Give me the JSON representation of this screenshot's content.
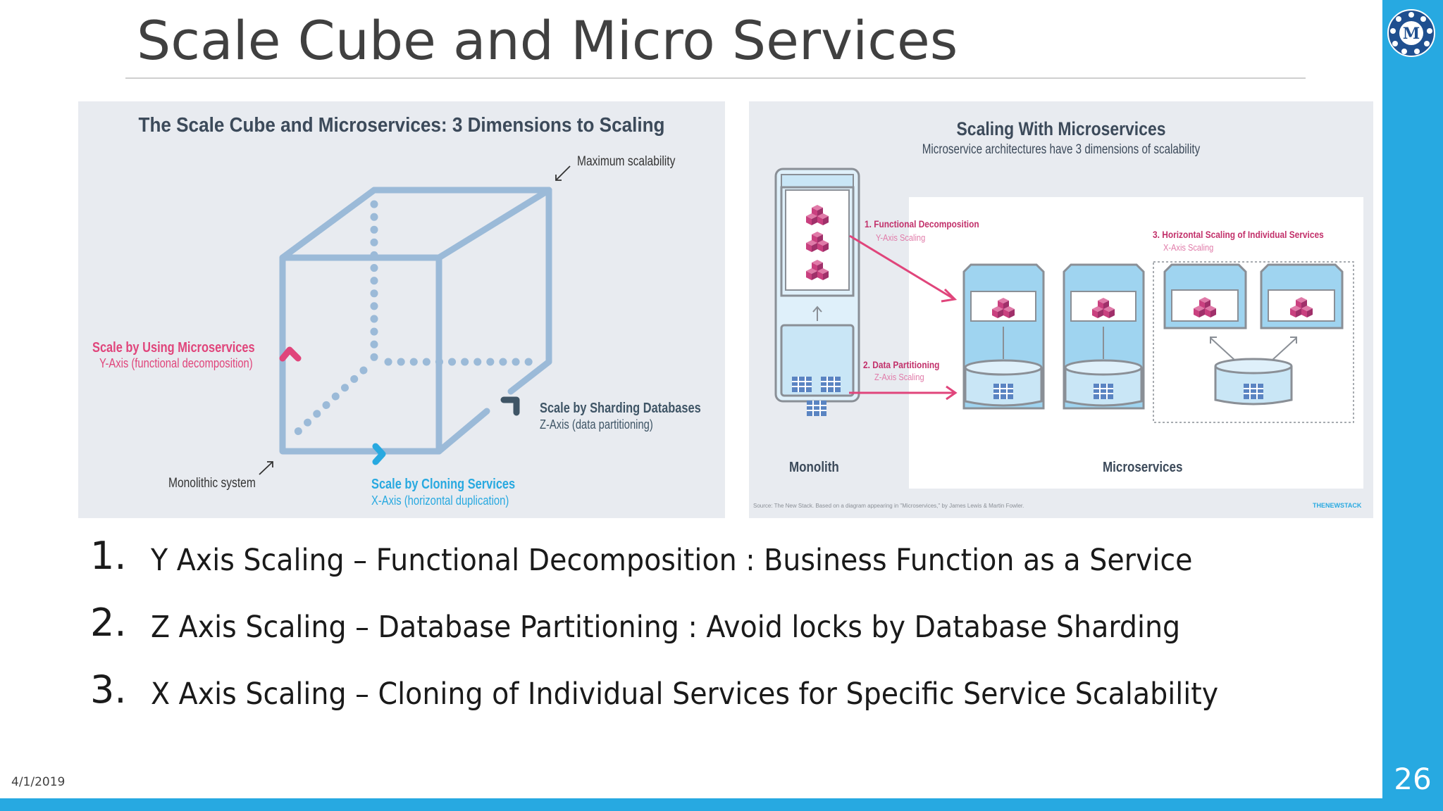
{
  "slide": {
    "title": "Scale Cube and Micro Services",
    "date": "4/1/2019",
    "page_number": "26",
    "logo_letter": "M"
  },
  "cube": {
    "title": "The Scale Cube and Microservices: 3 Dimensions to Scaling",
    "max_label": "Maximum scalability",
    "y_title": "Scale by Using Microservices",
    "y_sub": "Y-Axis (functional decomposition)",
    "z_title": "Scale by Sharding Databases",
    "z_sub": "Z-Axis (data partitioning)",
    "x_title": "Scale by Cloning Services",
    "x_sub": "X-Axis (horizontal duplication)",
    "mono_label": "Monolithic system",
    "colors": {
      "edge": "#9bbad8",
      "pink": "#e0457b",
      "blue": "#28a9e0",
      "dark": "#3f5566"
    }
  },
  "ms": {
    "title": "Scaling With Microservices",
    "subtitle": "Microservice architectures have 3 dimensions of scalability",
    "step1_title": "1. Functional Decomposition",
    "step1_sub": "Y-Axis Scaling",
    "step2_title": "2. Data Partitioning",
    "step2_sub": "Z-Axis Scaling",
    "step3_title": "3. Horizontal Scaling of Individual Services",
    "step3_sub": "X-Axis Scaling",
    "monolith_label": "Monolith",
    "micro_label": "Microservices",
    "source": "Source: The New Stack. Based on a diagram appearing in \"Microservices,\" by James Lewis & Martin Fowler.",
    "brand": "THENEWSTACK"
  },
  "points": [
    {
      "num": "1.",
      "text": "Y Axis Scaling – Functional Decomposition : Business Function as a Service"
    },
    {
      "num": "2.",
      "text": "Z Axis Scaling – Database Partitioning : Avoid locks by Database Sharding"
    },
    {
      "num": "3.",
      "text": "X Axis Scaling – Cloning of Individual Services for Specific Service Scalability"
    }
  ]
}
